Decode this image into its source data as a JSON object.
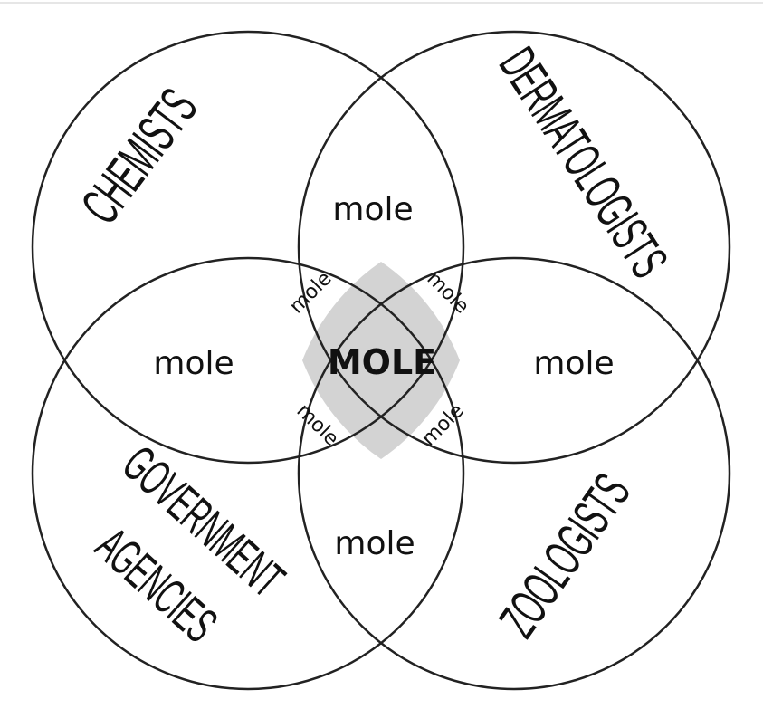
{
  "colors": {
    "outline": "#222222",
    "center_fill": "#d3d3d3",
    "background": "#ffffff",
    "text": "#111111"
  },
  "groups": {
    "chemists": "CHEMISTS",
    "dermatologists": "DERMATOLOGISTS",
    "government_line1": "GOVERNMENT",
    "government_line2": "AGENCIES",
    "zoologists": "ZOOLOGISTS"
  },
  "regions": {
    "top": "mole",
    "left": "mole",
    "right": "mole",
    "bottom": "mole",
    "upper_left": "mole",
    "upper_right": "mole",
    "lower_left": "mole",
    "lower_right": "mole",
    "center": "MOLE"
  }
}
